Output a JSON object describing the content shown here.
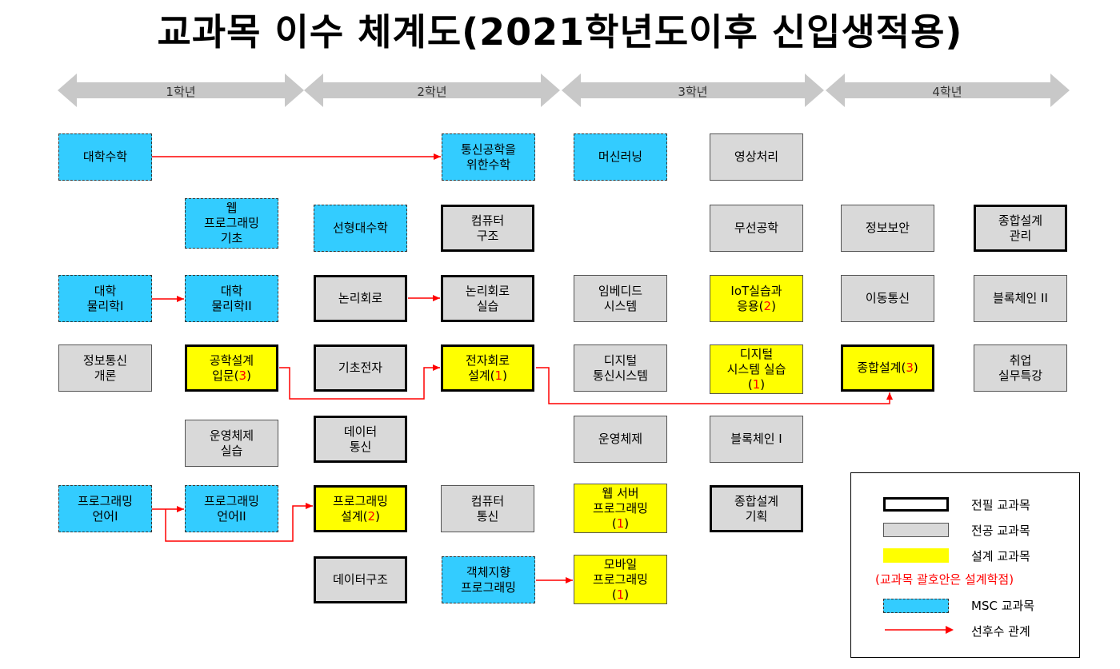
{
  "title": "교과목 이수 체계도(2021학년도이후 신입생적용)",
  "years": [
    "1학년",
    "2학년",
    "3학년",
    "4학년"
  ],
  "courses": {
    "calculus": "대학수학",
    "comm_math": "통신공학을\n위한수학",
    "ml": "머신러닝",
    "image": "영상처리",
    "web_basic": "웹\n프로그래밍\n기초",
    "linear": "선형대수학",
    "comp_arch": "컴퓨터\n구조",
    "wireless": "무선공학",
    "infosec": "정보보안",
    "capstone_mgmt": "종합설계\n관리",
    "physics1": "대학\n물리학I",
    "physics2": "대학\n물리학II",
    "logic": "논리회로",
    "logic_lab": "논리회로\n실습",
    "embedded": "임베디드\n시스템",
    "iot": "IoT실습과\n응용(",
    "mobile_comm": "이동통신",
    "blockchain2": "블록체인 II",
    "ict_intro": "정보통신\n개론",
    "eng_design": "공학설계\n입문(",
    "basic_elec": "기초전자",
    "elec_design": "전자회로\n설계(",
    "digital_comm": "디지털\n통신시스템",
    "digital_lab": "디지털\n시스템 실습\n(",
    "capstone": "종합설계(",
    "career": "취업\n실무특강",
    "os_lab": "운영체제\n실습",
    "data_comm": "데이터\n통신",
    "os": "운영체제",
    "blockchain1": "블록체인 I",
    "prog1": "프로그래밍\n언어I",
    "prog2": "프로그래밍\n언어II",
    "prog_design": "프로그래밍\n설계(",
    "comp_net": "컴퓨터\n통신",
    "web_server": "웹 서버\n프로그래밍\n(",
    "capstone_plan": "종합설계\n기획",
    "datastruct": "데이터구조",
    "oop": "객체지향\n프로그래밍",
    "mobile_prog": "모바일\n프로그래밍\n("
  },
  "credits": {
    "iot": "2",
    "eng_design": "3",
    "elec_design": "1",
    "digital_lab": "1",
    "capstone": "3",
    "prog_design": "2",
    "web_server": "1",
    "mobile_prog": "1"
  },
  "legend": {
    "required": "전필 교과목",
    "major": "전공 교과목",
    "design": "설계 교과목",
    "note": "(교과목 괄호안은 설계학점)",
    "msc": "MSC 교과목",
    "prereq": "선후수 관계"
  },
  "colors": {
    "msc": "#33ccff",
    "major": "#d9d9d9",
    "design": "#ffff00",
    "prereq_arrow": "#ff0000",
    "year_arrow": "#c8c8c8"
  }
}
